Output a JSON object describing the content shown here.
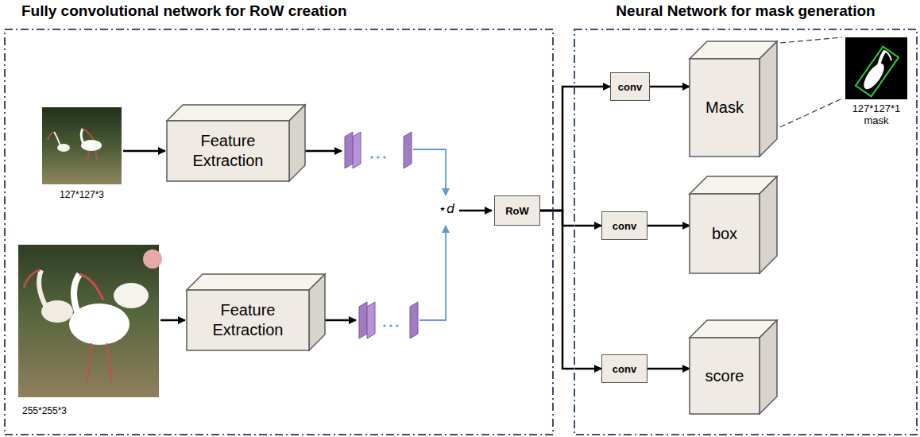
{
  "diagram": {
    "nodes": [
      {
        "text": [
          "Fully convolutional network for RoW creation"
        ]
      },
      {
        "text": [
          "Feature Extraction"
        ],
        "in": 0
      },
      {
        "text": [
          "Feature Extraction"
        ],
        "in": 0
      },
      {
        "text": [
          "RoW"
        ],
        "in": 0
      },
      {
        "text": [
          "Neural Network for mask generation"
        ]
      },
      {
        "text": [
          "conv"
        ],
        "in": 4
      },
      {
        "text": [
          "Mask"
        ],
        "in": 4
      },
      {
        "text": [
          "conv"
        ],
        "in": 4
      },
      {
        "text": [
          "box"
        ],
        "in": 4
      },
      {
        "text": [
          "conv"
        ],
        "in": 4
      },
      {
        "text": [
          "score"
        ],
        "in": 4
      }
    ],
    "edges": [
      {
        "from": 3,
        "to": 5,
        "arrow": "to"
      },
      {
        "from": 3,
        "to": 7,
        "arrow": "to"
      },
      {
        "from": 3,
        "to": 9,
        "arrow": "to"
      },
      {
        "from": 5,
        "to": 6,
        "arrow": "to"
      },
      {
        "from": 7,
        "to": 8,
        "arrow": "to"
      },
      {
        "from": 9,
        "to": 10,
        "arrow": "to"
      }
    ],
    "labels": [
      "127*127*3",
      "255*255*3",
      "⋆d",
      "127*127*1 mask"
    ]
  }
}
